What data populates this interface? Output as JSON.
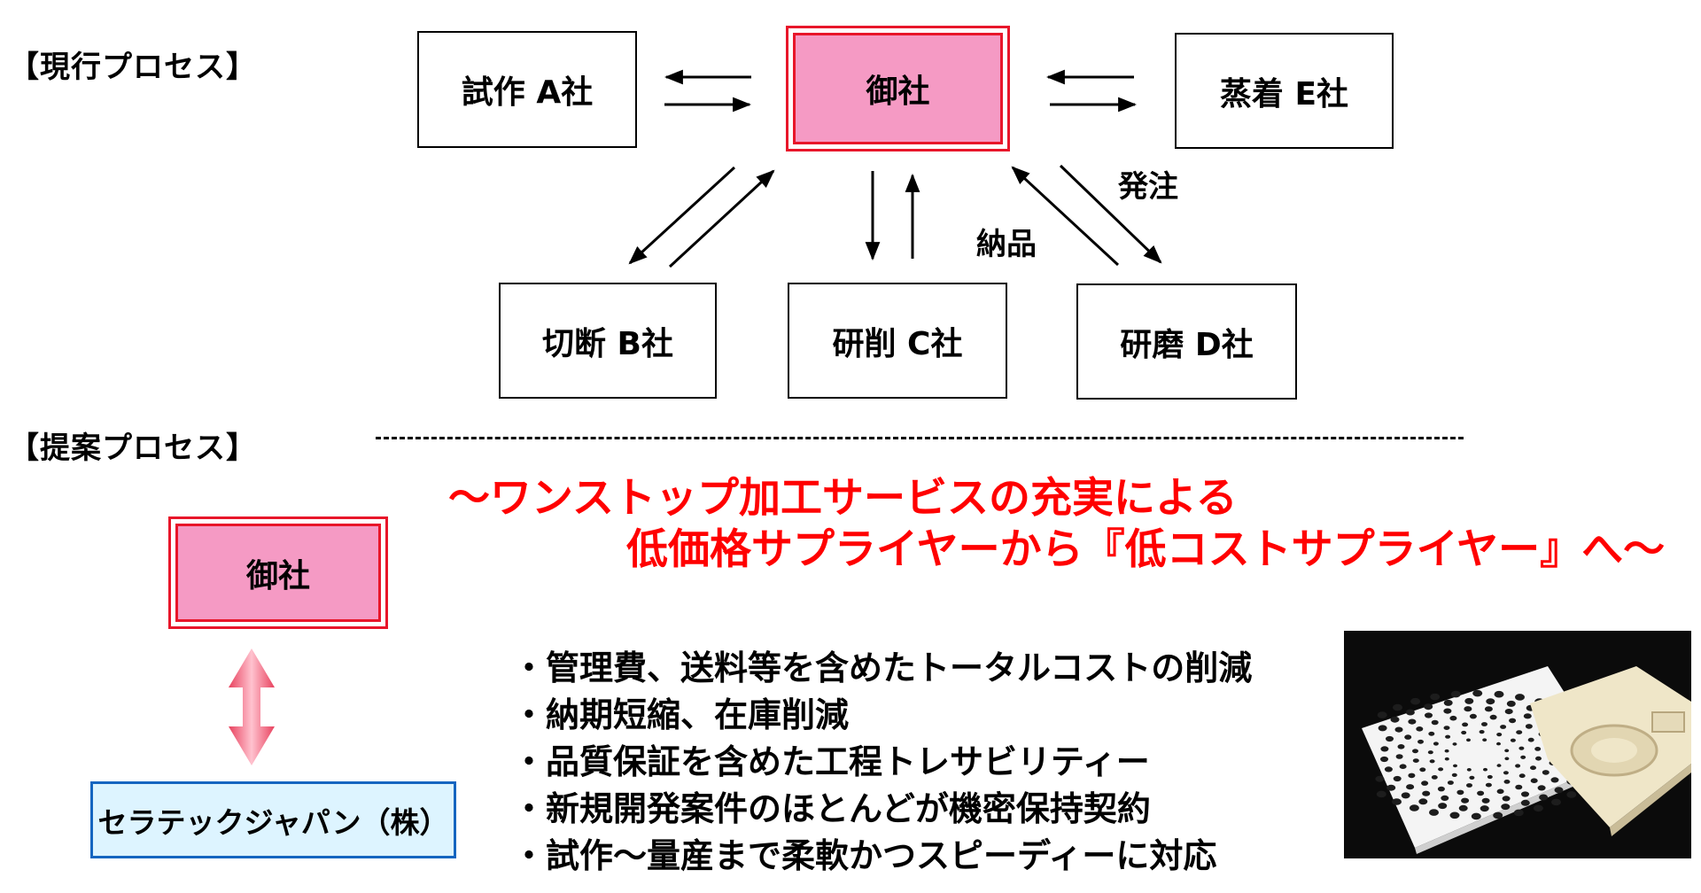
{
  "current": {
    "heading": "【現行プロセス】",
    "hub": "御社",
    "nodes": {
      "a": "試作 A社",
      "b": "切断 B社",
      "c": "研削 C社",
      "d": "研磨 D社",
      "e": "蒸着 E社"
    },
    "edge_labels": {
      "order": "発注",
      "delivery": "納品"
    }
  },
  "proposed": {
    "heading": "【提案プロセス】",
    "slogan_line1": "〜ワンストップ加工サービスの充実による",
    "slogan_line2": "低価格サプライヤーから『低コストサプライヤー』へ〜",
    "hub": "御社",
    "partner": "セラテックジャパン（株）",
    "benefits": [
      "管理費、送料等を含めたトータルコストの削減",
      "納期短縮、在庫削減",
      "品質保証を含めた工程トレサビリティー",
      "新規開発案件のほとんどが機密保持契約",
      "試作〜量産まで柔軟かつスピーディーに対応"
    ]
  },
  "colors": {
    "hub_fill": "#f59ac4",
    "hub_border": "#e8162a",
    "slogan": "#ff0000",
    "partner_fill": "#ddf4ff",
    "partner_border": "#1565c0"
  }
}
